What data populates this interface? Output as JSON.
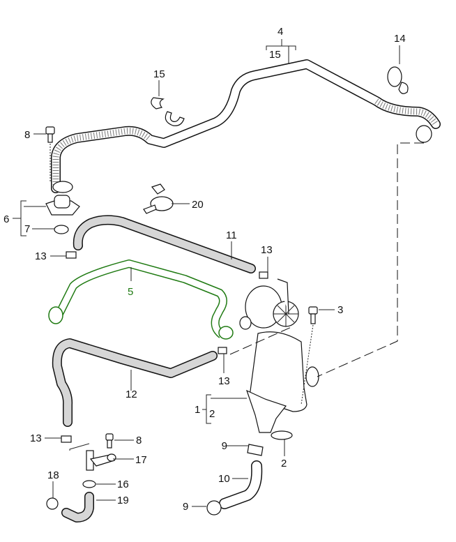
{
  "diagram": {
    "title": "Crankcase ventilation / oil separator exploded parts diagram",
    "highlight_color": "#1f7a12",
    "line_color": "#111111",
    "hose_fill_color": "#d9d9d9",
    "callouts": {
      "c4": "4",
      "c15_top": "15",
      "c14": "14",
      "c15_clip": "15",
      "c8_top": "8",
      "c6": "6",
      "c7": "7",
      "c20": "20",
      "c11": "11",
      "c13_left": "13",
      "c13_center": "13",
      "c5": "5",
      "c3": "3",
      "c13_lower": "13",
      "c12": "12",
      "c1": "1",
      "c2_bracket": "2",
      "c2_ring": "2",
      "c9_upper": "9",
      "c10": "10",
      "c9_lower": "9",
      "c13_bottom": "13",
      "c8_bottom": "8",
      "c17": "17",
      "c18": "18",
      "c16": "16",
      "c19": "19"
    }
  }
}
